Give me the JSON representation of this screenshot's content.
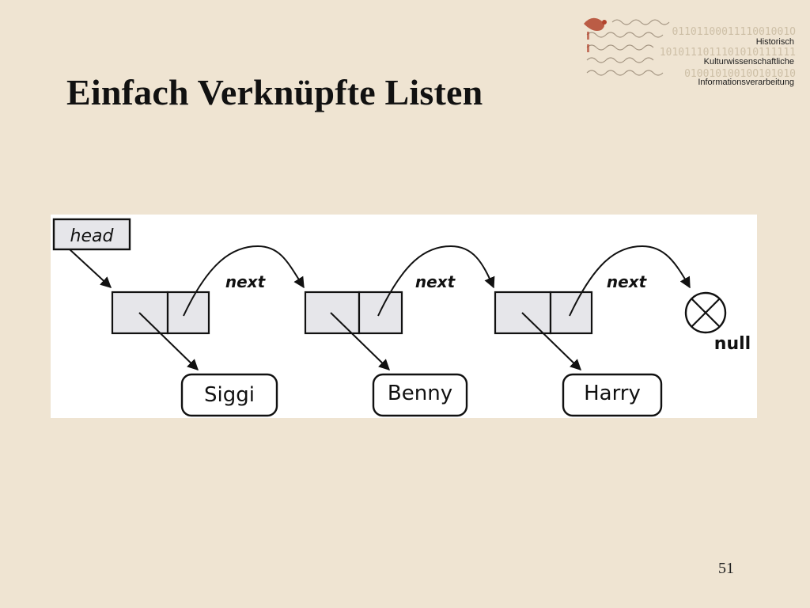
{
  "slide": {
    "title": "Einfach Verknüpfte Listen",
    "page_number": "51"
  },
  "logo": {
    "binary_lines": [
      "0110110001111001001O",
      "1010111011101010111111",
      "01001010010O101010"
    ],
    "institute_lines": [
      "Historisch",
      "Kulturwissenschaftliche",
      "Informationsverarbeitung"
    ]
  },
  "diagram": {
    "head_label": "head",
    "pointer_label": "next",
    "null_label": "null",
    "nodes": [
      {
        "value": "Siggi"
      },
      {
        "value": "Benny"
      },
      {
        "value": "Harry"
      }
    ]
  },
  "colors": {
    "background": "#efe4d2",
    "diagram_background": "#ffffff",
    "node_fill": "#e6e6ea",
    "ink": "#111111",
    "logo_binary": "#cdbfa6",
    "logo_script_red": "#b2442d"
  }
}
